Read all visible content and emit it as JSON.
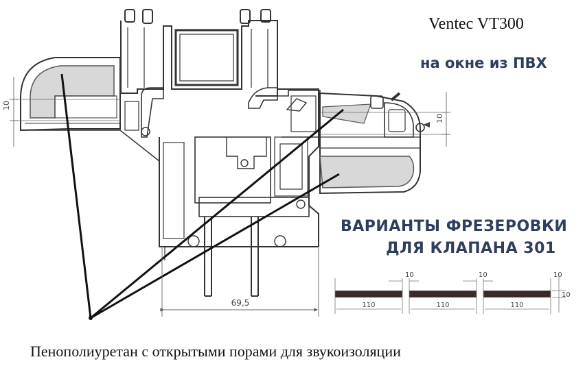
{
  "header": {
    "brand": "Ventec VT300",
    "subtitle": "на окне из ПВХ"
  },
  "milling": {
    "title_line1": "ВАРИАНТЫ ФРЕЗЕРОВКИ",
    "title_line2": "ДЛЯ КЛАПАНА 301",
    "slots": [
      {
        "length": "110",
        "gap": "10"
      },
      {
        "length": "110",
        "gap": "10"
      },
      {
        "length": "110",
        "gap": "10"
      }
    ],
    "thickness": "10"
  },
  "profile": {
    "width_label": "69,5",
    "left_offset": "10",
    "right_offset": "10"
  },
  "caption": "Пенополиуретан с открытыми порами для звукоизоляции",
  "colors": {
    "heading": "#2e3e5e",
    "foam": "#d8d8d8",
    "slot": "#3a2a28",
    "line": "#111111"
  }
}
